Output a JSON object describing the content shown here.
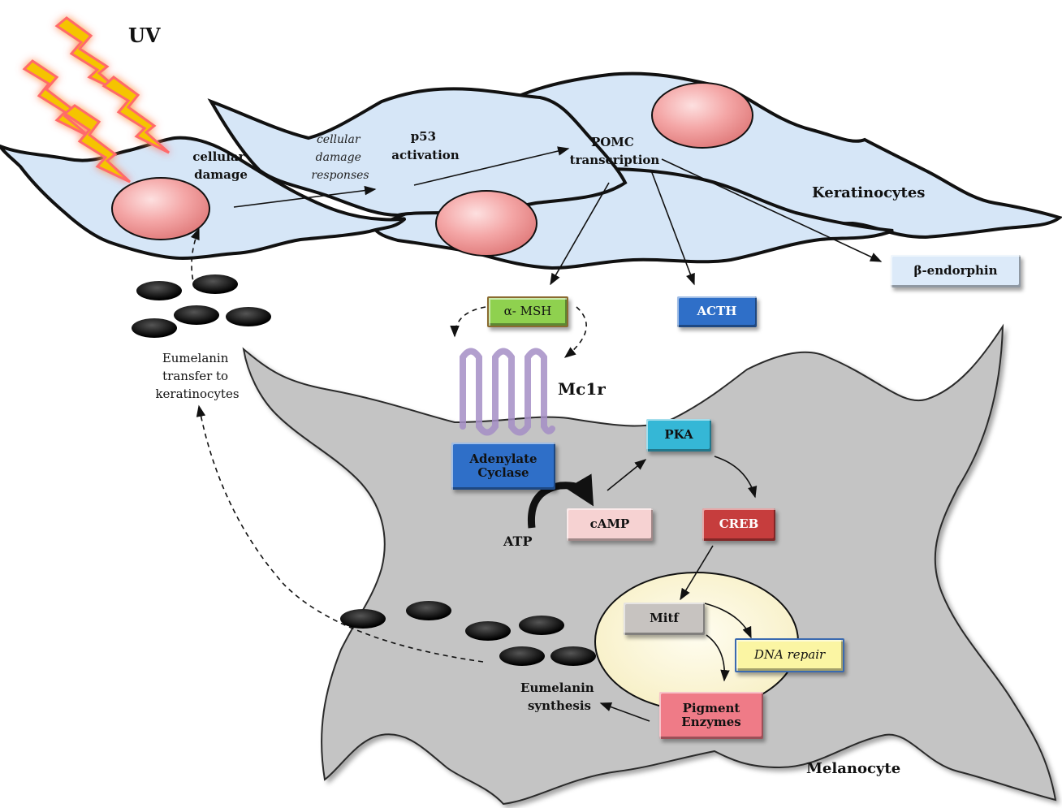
{
  "labels": {
    "uv": "UV",
    "cellular_damage": [
      "cellular",
      "damage"
    ],
    "cellular_damage_responses": [
      "cellular",
      "damage",
      "responses"
    ],
    "p53_activation": [
      "p53",
      "activation"
    ],
    "pomc_transcription": [
      "POMC",
      "transcription"
    ],
    "keratinocytes": "Keratinocytes",
    "mc1r": "Mc1r",
    "atp": "ATP",
    "eumelanin_transfer": [
      "Eumelanin",
      "transfer to",
      "keratinocytes"
    ],
    "eumelanin_synthesis": [
      "Eumelanin",
      "synthesis"
    ],
    "melanocyte": "Melanocyte"
  },
  "boxes": {
    "alpha_msh": "α- MSH",
    "acth": "ACTH",
    "beta_endorphin": "β-endorphin",
    "adenylate_cyclase": [
      "Adenylate",
      "Cyclase"
    ],
    "pka": "PKA",
    "camp": "cAMP",
    "creb": "CREB",
    "mitf": "Mitf",
    "dna_repair": "DNA repair",
    "pigment_enzymes": [
      "Pigment",
      "Enzymes"
    ]
  },
  "colors": {
    "keratinocyte_fill": "#d6e6f7",
    "nucleus_fill": "#f5a9a9",
    "melanocyte_fill": "#c4c4c4",
    "melanocyte_nucleus": "#fbf6d8",
    "lightning": "#f5c400",
    "lightning_glow": "#ff4f4f",
    "alpha_msh": "#8fd14f",
    "acth": "#2f6fc8",
    "beta_endorphin": "#dceaf9",
    "adenylate_cyclase": "#2f6fc8",
    "pka": "#35b7d6",
    "camp": "#f6d2d2",
    "creb": "#c63d3d",
    "mitf": "#c7c3c0",
    "dna_repair": "#fbf5a3",
    "pigment_enzymes": "#ef7b87",
    "mc1r": "#a48ec6",
    "melanin": "#000000"
  }
}
